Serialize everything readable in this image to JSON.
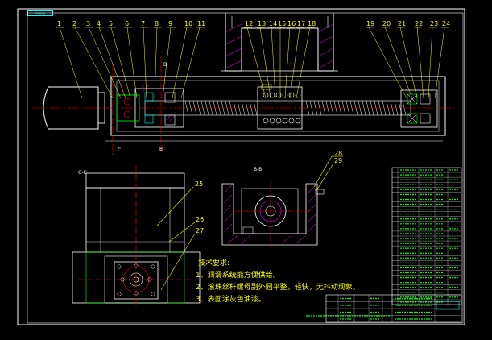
{
  "window": {
    "tab_label": "drawing"
  },
  "drawing": {
    "callouts_top": [
      "1",
      "2",
      "3",
      "4",
      "5",
      "6",
      "7",
      "8",
      "9",
      "10",
      "11",
      "12",
      "13",
      "14",
      "15",
      "16",
      "17",
      "18",
      "19",
      "20",
      "21",
      "22",
      "23",
      "24"
    ],
    "callouts_side": [
      "25",
      "26",
      "27",
      "28",
      "29"
    ],
    "section_label": "B-B",
    "view_label_b": "B",
    "view_label_c": "C",
    "view_label_cc": "C-C"
  },
  "notes": {
    "title": "技术要求:",
    "items": [
      "1、润滑系统能方便供给。",
      "2、滚珠丝杆螺母副外圆平整，轻快，无抖动现象。",
      "3、表面涂灰色油漆。"
    ]
  },
  "colors": {
    "frame": "#ffffff",
    "outline": "#ffffff",
    "center_line": "#ff0000",
    "dimension": "#ff0000",
    "callout_leader": "#ffff00",
    "callout_text": "#ffff00",
    "table_text": "#00ff00",
    "table_line": "#ffffff",
    "hatch": "#ff00ff",
    "screw": "#ffffff",
    "part_green": "#00ff00",
    "part_cyan": "#00ffff"
  }
}
